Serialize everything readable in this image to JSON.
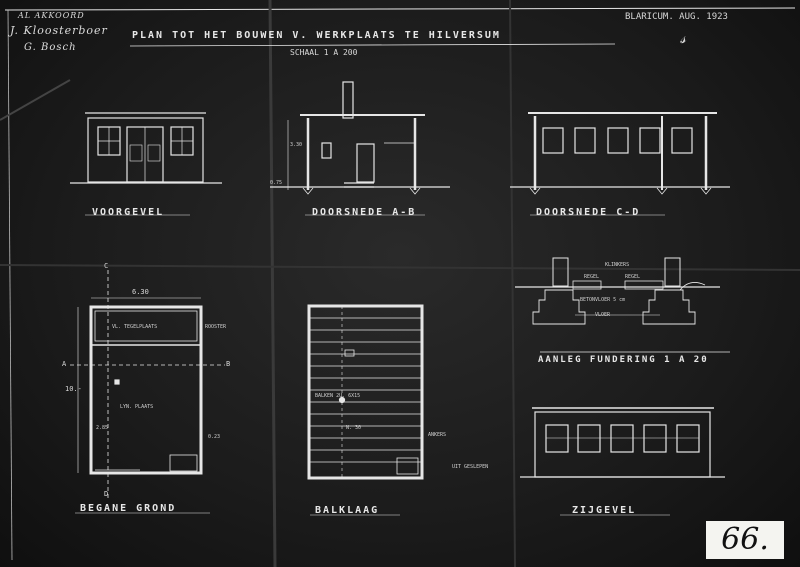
{
  "header": {
    "title": "PLAN TOT HET BOUWEN V. WERKPLAATS TE HILVERSUM",
    "scale": "SCHAAL 1 A 200",
    "place_date": "BLARICUM. AUG. 1923"
  },
  "stamp_top_left": {
    "line1": "AL AKKOORD",
    "line2": "J. Kloosterboer",
    "line3": "G. Bosch"
  },
  "sheet_number": "66.",
  "drawings": {
    "voorgevel": "VOORGEVEL",
    "doorsnede_ab": "DOORSNEDE A-B",
    "doorsnede_cd": "DOORSNEDE C-D",
    "begane_grond": "BEGANE GROND",
    "balklaag": "BALKLAAG",
    "zijgevel": "ZIJGEVEL",
    "fundering": "AANLEG FUNDERING 1 A 20"
  },
  "plan_annotations": {
    "width": "6.30",
    "length": "10.-",
    "point_a": "A",
    "point_b": "B",
    "point_c": "C",
    "point_d": "D",
    "opening": "2.85",
    "lower_dim": "0.23",
    "ground_note": "LYN. PLAATS",
    "vloer_note": "VL. TEGELPLAATS",
    "rooster": "ROOSTER"
  },
  "balklaag_annotations": {
    "balken": "BALKEN 2U. 6X15",
    "ankers": "ANKERS",
    "n30": "N. 30"
  },
  "section_annotations": {
    "h1": "3.30",
    "h2": "0.75"
  },
  "fundering_annotations": {
    "klinkers": "KLINKERS",
    "regel": "REGEL",
    "vloer": "VLOER",
    "betonvloer": "BETONVLOER 5 cm"
  },
  "zijgevel_annotations": {
    "uitgeslepen": "UIT GESLEPEN"
  }
}
